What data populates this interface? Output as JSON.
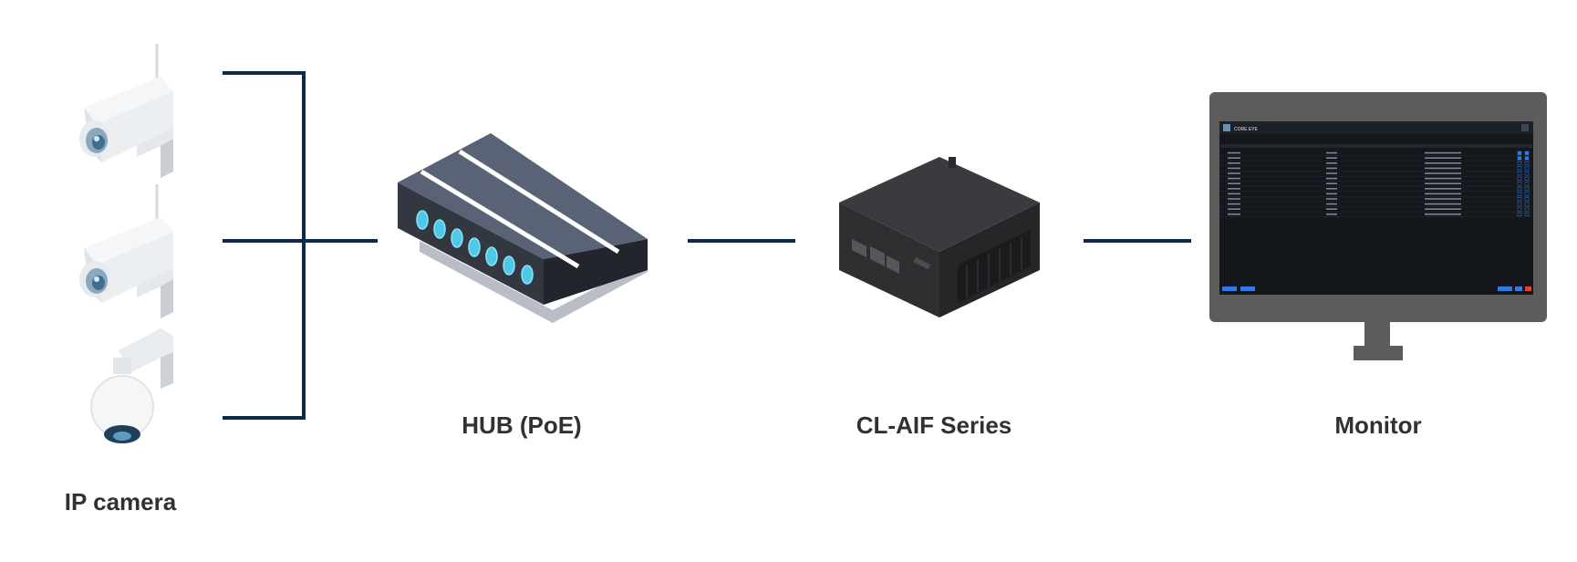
{
  "labels": {
    "camera": "IP camera",
    "hub": "HUB (PoE)",
    "box": "CL-AIF Series",
    "monitor": "Monitor"
  },
  "screen": {
    "app_title": "CORE EYE",
    "row_count": 13
  },
  "colors": {
    "line": "#0d2a4a",
    "label": "#2f3133",
    "hub_top": "#5a6275",
    "hub_side": "#33373f",
    "hub_port": "#4cc9e8",
    "box_body": "#2e2f31",
    "monitor_frame": "#5c5c5c",
    "screen_bg": "#14171c",
    "accent_blue": "#2f7ae5"
  }
}
